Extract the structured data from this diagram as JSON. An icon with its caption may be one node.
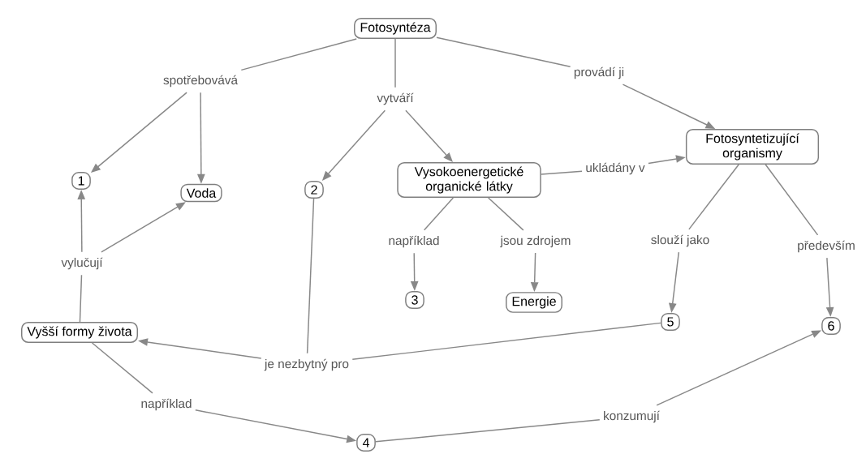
{
  "diagram": {
    "nodes": [
      {
        "text": [
          "Fotosyntéza"
        ]
      },
      {
        "text": [
          "spotřebovává"
        ]
      },
      {
        "text": [
          "vytváří"
        ]
      },
      {
        "text": [
          "provádí ji"
        ]
      },
      {
        "text": [
          "Fotosyntetizující organismy"
        ]
      },
      {
        "text": [
          "1"
        ]
      },
      {
        "text": [
          "Voda"
        ]
      },
      {
        "text": [
          "2"
        ]
      },
      {
        "text": [
          "Vysokoenergetické organické látky"
        ]
      },
      {
        "text": [
          "ukládány v"
        ]
      },
      {
        "text": [
          "například"
        ]
      },
      {
        "text": [
          "jsou zdrojem"
        ]
      },
      {
        "text": [
          "slouží jako"
        ]
      },
      {
        "text": [
          "především"
        ]
      },
      {
        "text": [
          "vylučují"
        ]
      },
      {
        "text": [
          "3"
        ]
      },
      {
        "text": [
          "Energie"
        ]
      },
      {
        "text": [
          "5"
        ]
      },
      {
        "text": [
          "6"
        ]
      },
      {
        "text": [
          "Vyšší formy života"
        ]
      },
      {
        "text": [
          "je nezbytný pro"
        ]
      },
      {
        "text": [
          "například"
        ]
      },
      {
        "text": [
          "konzumují"
        ]
      },
      {
        "text": [
          "4"
        ]
      }
    ],
    "edges": [
      {
        "from": 0,
        "to": 1,
        "arrow": "none"
      },
      {
        "from": 1,
        "to": 5,
        "arrow": "to"
      },
      {
        "from": 1,
        "to": 6,
        "arrow": "to"
      },
      {
        "from": 0,
        "to": 2,
        "arrow": "none"
      },
      {
        "from": 2,
        "to": 7,
        "arrow": "to"
      },
      {
        "from": 2,
        "to": 8,
        "arrow": "to"
      },
      {
        "from": 0,
        "to": 3,
        "arrow": "none"
      },
      {
        "from": 3,
        "to": 4,
        "arrow": "to"
      },
      {
        "from": 8,
        "to": 9,
        "arrow": "none"
      },
      {
        "from": 9,
        "to": 4,
        "arrow": "to"
      },
      {
        "from": 8,
        "to": 10,
        "arrow": "none"
      },
      {
        "from": 10,
        "to": 15,
        "arrow": "to"
      },
      {
        "from": 8,
        "to": 11,
        "arrow": "none"
      },
      {
        "from": 11,
        "to": 16,
        "arrow": "to"
      },
      {
        "from": 4,
        "to": 12,
        "arrow": "none"
      },
      {
        "from": 12,
        "to": 17,
        "arrow": "to"
      },
      {
        "from": 4,
        "to": 13,
        "arrow": "none"
      },
      {
        "from": 13,
        "to": 18,
        "arrow": "to"
      },
      {
        "from": 19,
        "to": 14,
        "arrow": "none"
      },
      {
        "from": 14,
        "to": 5,
        "arrow": "to"
      },
      {
        "from": 14,
        "to": 6,
        "arrow": "to"
      },
      {
        "from": 7,
        "to": 20,
        "arrow": "none"
      },
      {
        "from": 17,
        "to": 20,
        "arrow": "none"
      },
      {
        "from": 20,
        "to": 19,
        "arrow": "to"
      },
      {
        "from": 19,
        "to": 21,
        "arrow": "none"
      },
      {
        "from": 21,
        "to": 23,
        "arrow": "to"
      },
      {
        "from": 23,
        "to": 22,
        "arrow": "none"
      },
      {
        "from": 22,
        "to": 18,
        "arrow": "to"
      }
    ]
  }
}
